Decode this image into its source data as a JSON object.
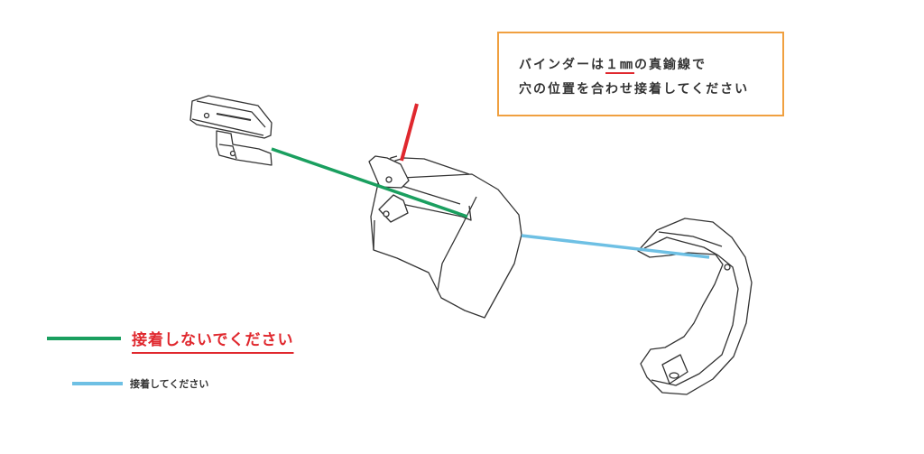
{
  "note": {
    "line1_before": "バインダーは",
    "line1_mid": "１㎜",
    "line1_after": "の真鍮線で",
    "line2": "穴の位置を合わせ接着してください"
  },
  "legend": {
    "green_label": "接着しないでください",
    "blue_label": "接着してください"
  },
  "colors": {
    "green": "#1a9f5f",
    "blue": "#6ec0e4",
    "red": "#e0282e",
    "orange_border": "#f0a040"
  }
}
